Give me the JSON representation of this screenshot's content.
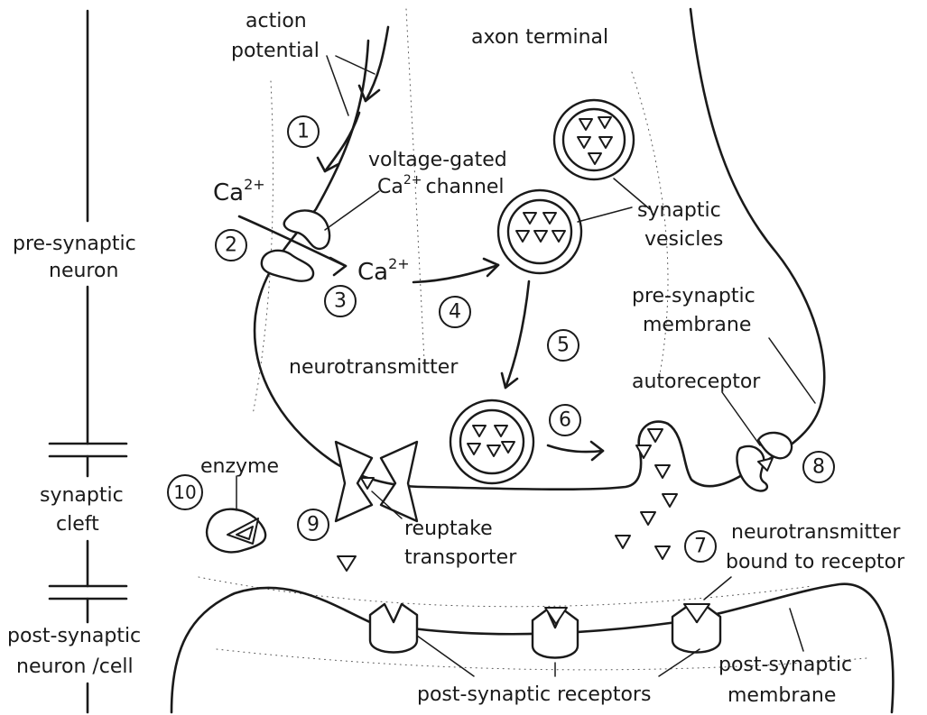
{
  "labels": {
    "action_potential_1": "action",
    "action_potential_2": "potential",
    "axon_terminal": "axon terminal",
    "vg_channel_1": "voltage-gated",
    "vg_channel_2a": "Ca",
    "vg_channel_2sup": "2+",
    "vg_channel_2b": "channel",
    "ca_outside": "Ca",
    "ca_outside_sup": "2+",
    "ca_inside": "Ca",
    "ca_inside_sup": "2+",
    "synaptic_vesicles_1": "synaptic",
    "synaptic_vesicles_2": "vesicles",
    "pre_synaptic_neuron_1": "pre-synaptic",
    "pre_synaptic_neuron_2": "neuron",
    "pre_synaptic_membrane_1": "pre-synaptic",
    "pre_synaptic_membrane_2": "membrane",
    "neurotransmitter": "neurotransmitter",
    "autoreceptor": "autoreceptor",
    "enzyme": "enzyme",
    "synaptic_cleft_1": "synaptic",
    "synaptic_cleft_2": "cleft",
    "reuptake_1": "reuptake",
    "reuptake_2": "transporter",
    "nt_bound_1": "neurotransmitter",
    "nt_bound_2": "bound to receptor",
    "post_synaptic_neuron_1": "post-synaptic",
    "post_synaptic_neuron_2": "neuron /cell",
    "post_synaptic_membrane_1": "post-synaptic",
    "post_synaptic_membrane_2": "membrane",
    "post_synaptic_receptors": "post-synaptic receptors"
  },
  "steps": [
    "1",
    "2",
    "3",
    "4",
    "5",
    "6",
    "7",
    "8",
    "9",
    "10"
  ]
}
